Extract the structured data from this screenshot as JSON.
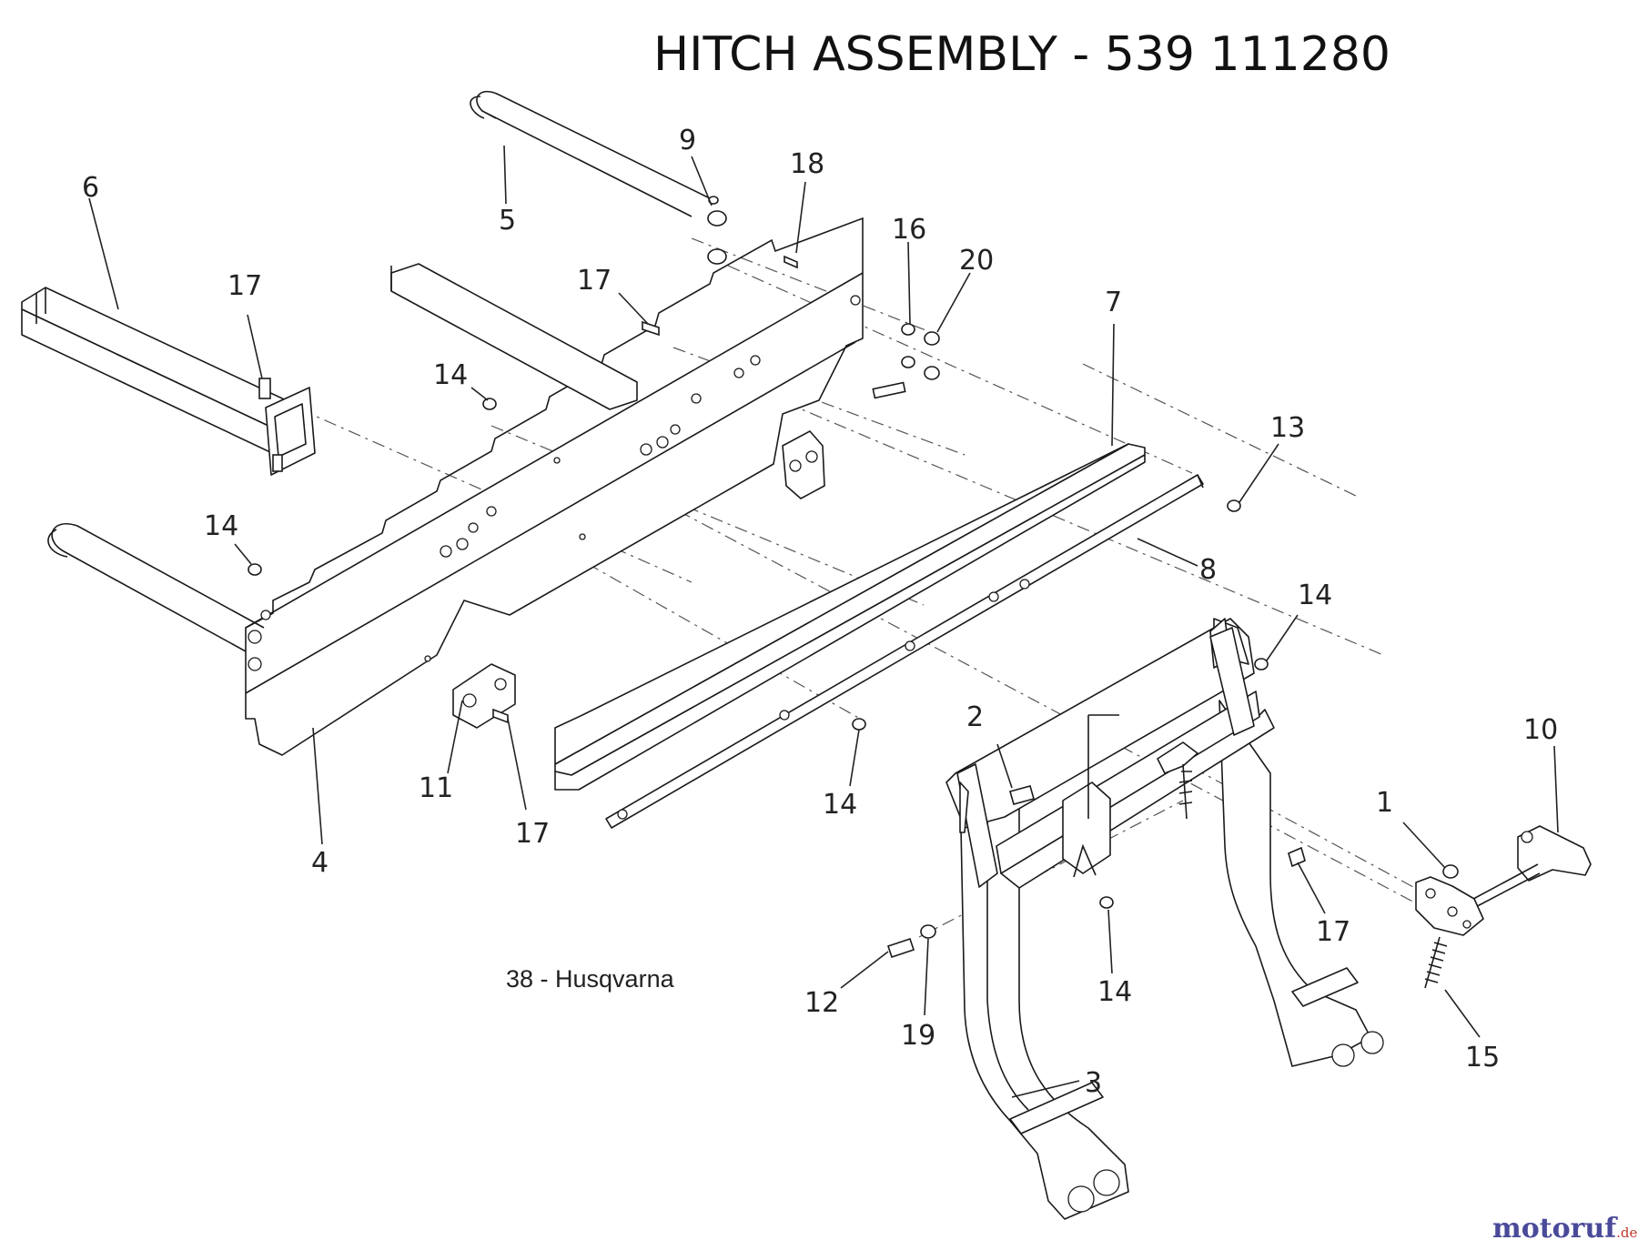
{
  "title": "HITCH ASSEMBLY - 539 111280",
  "caption": "38 - Husqvarna",
  "watermark": {
    "main": "motoruf",
    "suffix": ".de",
    "color_a": "#4a4a9a",
    "color_b": "#c0392b"
  },
  "callouts": [
    "9",
    "18",
    "6",
    "5",
    "17",
    "16",
    "20",
    "17",
    "7",
    "14",
    "13",
    "14",
    "8",
    "14",
    "2",
    "10",
    "1",
    "11",
    "14",
    "17",
    "4",
    "17",
    "12",
    "14",
    "19",
    "15",
    "3"
  ]
}
